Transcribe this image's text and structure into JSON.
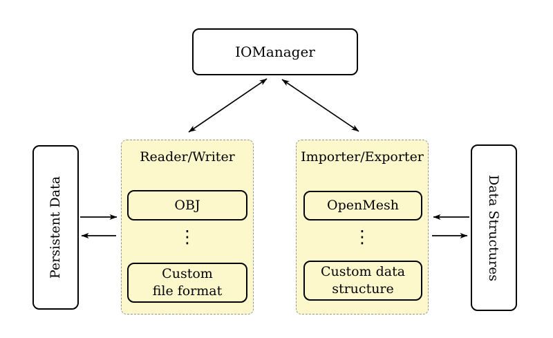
{
  "colors": {
    "background": "#ffffff",
    "group_fill": "#fcf8cc",
    "group_border": "#949494",
    "node_border": "#000000",
    "node_fill": "#ffffff",
    "arrow": "#000000"
  },
  "nodes": {
    "iomanager": {
      "label": "IOManager"
    },
    "persistent_data": {
      "label": "Persistent Data"
    },
    "data_structures": {
      "label": "Data Structures"
    },
    "reader_writer": {
      "label": "Reader/Writer",
      "children": [
        "OBJ",
        "Custom\nfile format"
      ],
      "vdots": "⋮"
    },
    "importer_exporter": {
      "label": "Importer/Exporter",
      "children": [
        "OpenMesh",
        "Custom data\nstructure"
      ],
      "vdots": "⋮"
    }
  },
  "edges": [
    {
      "from": "iomanager",
      "to": "reader_writer",
      "direction": "bidirectional"
    },
    {
      "from": "iomanager",
      "to": "importer_exporter",
      "direction": "bidirectional"
    },
    {
      "from": "persistent_data",
      "to": "reader_writer",
      "direction": "forward"
    },
    {
      "from": "reader_writer",
      "to": "persistent_data",
      "direction": "forward"
    },
    {
      "from": "data_structures",
      "to": "importer_exporter",
      "direction": "forward"
    },
    {
      "from": "importer_exporter",
      "to": "data_structures",
      "direction": "forward"
    }
  ]
}
